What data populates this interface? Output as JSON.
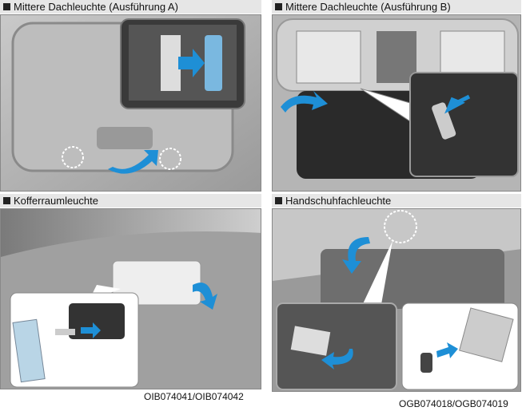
{
  "sections": [
    {
      "title": "Mittere Dachleuchte (Ausführung A)"
    },
    {
      "title": "Mittere Dachleuchte (Ausführung B)"
    },
    {
      "title": "Kofferraumleuchte"
    },
    {
      "title": "Handschuhfachleuchte"
    }
  ],
  "captions": {
    "left": "OIB074041/OIB074042",
    "right": "OGB074018/OGB074019"
  },
  "colors": {
    "arrow": "#1e8fd6",
    "header_bg": "#e6e6e6"
  }
}
